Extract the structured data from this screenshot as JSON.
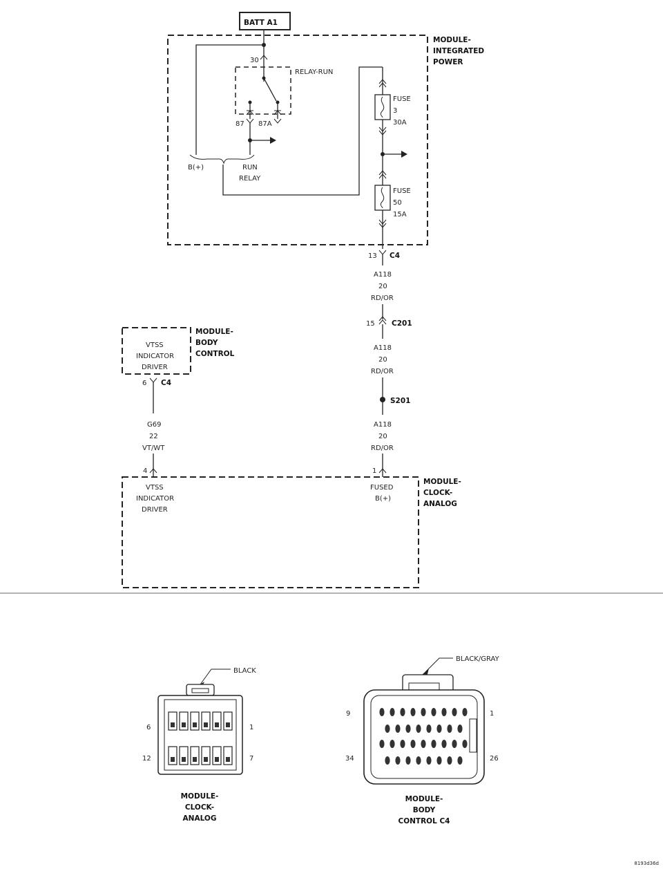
{
  "power": {
    "batt_label": "BATT A1",
    "module_title": [
      "MODULE-",
      "INTEGRATED",
      "POWER"
    ],
    "relay_name": "RELAY-RUN",
    "pin_30": "30",
    "pin_87": "87",
    "pin_87a": "87A",
    "bplus": "B(+)",
    "run_relay": [
      "RUN",
      "RELAY"
    ],
    "fuse_3": [
      "FUSE",
      "3",
      "30A"
    ],
    "fuse_50": [
      "FUSE",
      "50",
      "15A"
    ]
  },
  "wire_a118": {
    "pin_13": "13",
    "c4": "C4",
    "seg1": [
      "A118",
      "20",
      "RD/OR"
    ],
    "pin_15": "15",
    "c201": "C201",
    "seg2": [
      "A118",
      "20",
      "RD/OR"
    ],
    "splice": "S201",
    "seg3": [
      "A118",
      "20",
      "RD/OR"
    ],
    "pin_1": "1"
  },
  "body_control": {
    "title": [
      "MODULE-",
      "BODY",
      "CONTROL"
    ],
    "driver": [
      "VTSS",
      "INDICATOR",
      "DRIVER"
    ],
    "pin_6": "6",
    "c4": "C4",
    "wire": [
      "G69",
      "22",
      "VT/WT"
    ],
    "pin_4": "4"
  },
  "clock": {
    "title": [
      "MODULE-",
      "CLOCK-",
      "ANALOG"
    ],
    "driver": [
      "VTSS",
      "INDICATOR",
      "DRIVER"
    ],
    "fused": [
      "FUSED",
      "B(+)"
    ]
  },
  "connectors": {
    "clock": {
      "color": "BLACK",
      "pins": {
        "top_left": "6",
        "top_right": "1",
        "bottom_left": "12",
        "bottom_right": "7"
      },
      "title": [
        "MODULE-",
        "CLOCK-",
        "ANALOG"
      ]
    },
    "bcm": {
      "color": "BLACK/GRAY",
      "pins": {
        "top_left": "9",
        "top_right": "1",
        "bottom_left": "34",
        "bottom_right": "26"
      },
      "title": [
        "MODULE-",
        "BODY",
        "CONTROL C4"
      ]
    }
  },
  "figure_id": "8193d36d"
}
